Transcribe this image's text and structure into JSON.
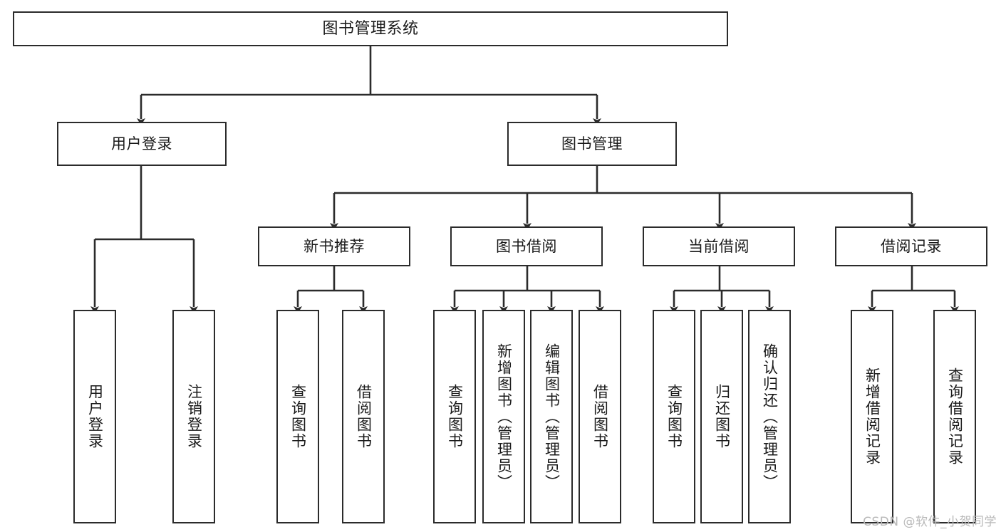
{
  "diagram": {
    "type": "tree-hierarchy",
    "title": "图书管理系统",
    "background_color": "#ffffff",
    "line_color": "#2b2b2b",
    "text_color": "#1a1a1a",
    "watermark": "CSDN @软件_小贺同学"
  },
  "nodes": {
    "root": {
      "label": "图书管理系统",
      "level": 0
    },
    "level1": [
      {
        "id": "user-login",
        "label": "用户登录"
      },
      {
        "id": "book-manage",
        "label": "图书管理"
      }
    ],
    "level2": [
      {
        "id": "new-book-recommend",
        "label": "新书推荐",
        "parent": "book-manage"
      },
      {
        "id": "book-borrow",
        "label": "图书借阅",
        "parent": "book-manage"
      },
      {
        "id": "current-borrow",
        "label": "当前借阅",
        "parent": "book-manage"
      },
      {
        "id": "borrow-record",
        "label": "借阅记录",
        "parent": "book-manage"
      }
    ],
    "leaves": [
      {
        "id": "leaf-user-login",
        "label": "用户登录",
        "parent": "user-login"
      },
      {
        "id": "leaf-logout",
        "label": "注销登录",
        "parent": "user-login"
      },
      {
        "id": "leaf-query-book-1",
        "label": "查询图书",
        "parent": "new-book-recommend"
      },
      {
        "id": "leaf-borrow-book-1",
        "label": "借阅图书",
        "parent": "new-book-recommend"
      },
      {
        "id": "leaf-query-book-2",
        "label": "查询图书",
        "parent": "book-borrow"
      },
      {
        "id": "leaf-add-book",
        "label": "新增图书（管理员）",
        "parent": "book-borrow"
      },
      {
        "id": "leaf-edit-book",
        "label": "编辑图书（管理员）",
        "parent": "book-borrow"
      },
      {
        "id": "leaf-borrow-book-2",
        "label": "借阅图书",
        "parent": "book-borrow"
      },
      {
        "id": "leaf-query-book-3",
        "label": "查询图书",
        "parent": "current-borrow"
      },
      {
        "id": "leaf-return-book",
        "label": "归还图书",
        "parent": "current-borrow"
      },
      {
        "id": "leaf-confirm-return",
        "label": "确认归还（管理员）",
        "parent": "current-borrow"
      },
      {
        "id": "leaf-add-record",
        "label": "新增借阅记录",
        "parent": "borrow-record"
      },
      {
        "id": "leaf-query-record",
        "label": "查询借阅记录",
        "parent": "borrow-record"
      }
    ]
  }
}
